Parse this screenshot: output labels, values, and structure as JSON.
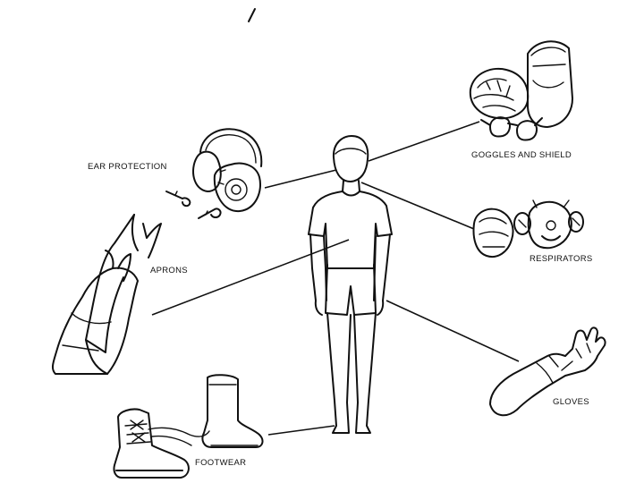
{
  "diagram": {
    "labels": {
      "ear_protection": "EAR PROTECTION",
      "goggles": "GOGGLES AND SHIELD",
      "respirators": "RESPIRATORS",
      "aprons": "APRONS",
      "gloves": "GLOVES",
      "footwear": "FOOTWEAR"
    }
  }
}
